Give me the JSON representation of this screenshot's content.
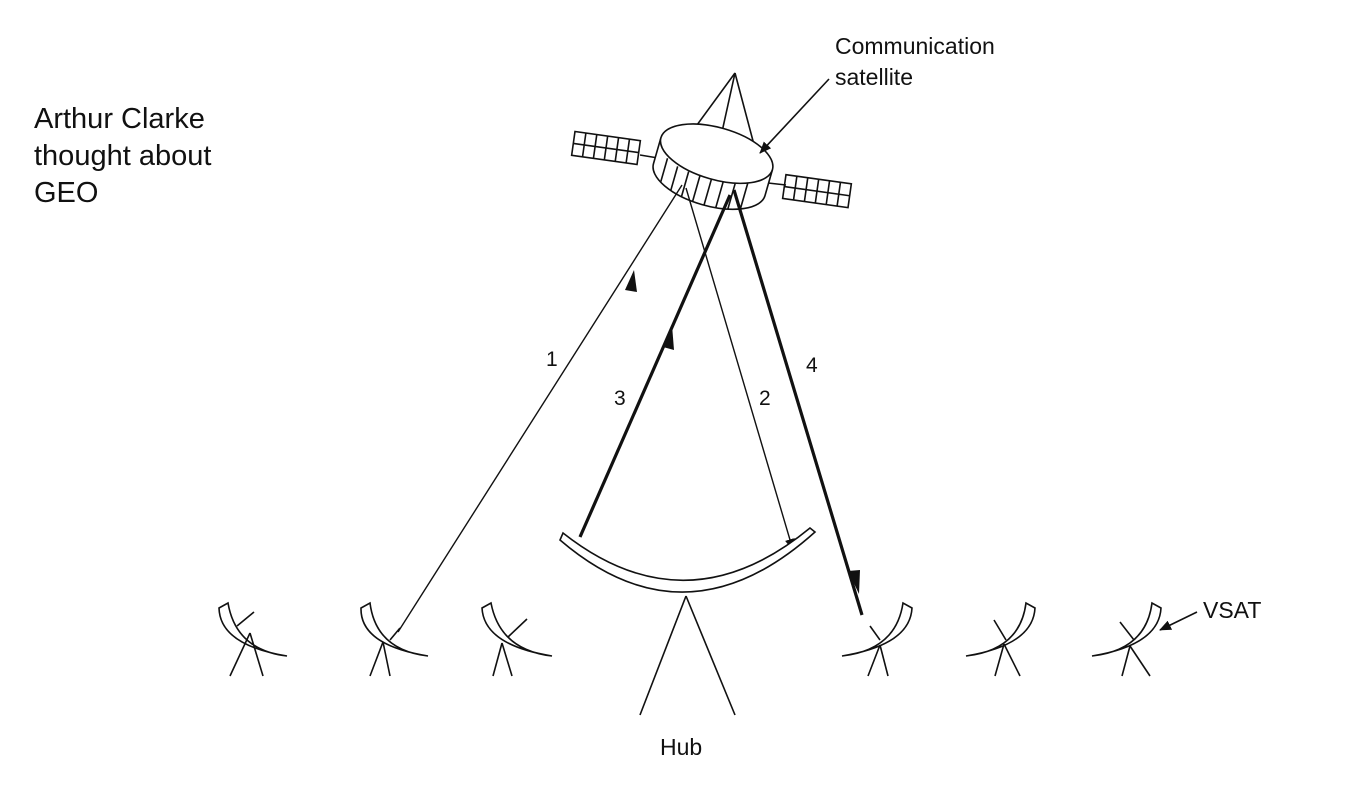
{
  "caption": {
    "lines": [
      "Arthur Clarke",
      "thought about",
      "GEO"
    ]
  },
  "labels": {
    "satellite_line1": "Communication",
    "satellite_line2": "satellite",
    "vsat": "VSAT",
    "hub": "Hub"
  },
  "links": [
    {
      "id": "1",
      "label": "1",
      "from": "VSAT",
      "to": "Communication satellite"
    },
    {
      "id": "2",
      "label": "2",
      "from": "Communication satellite",
      "to": "Hub"
    },
    {
      "id": "3",
      "label": "3",
      "from": "Hub",
      "to": "Communication satellite"
    },
    {
      "id": "4",
      "label": "4",
      "from": "Communication satellite",
      "to": "VSAT"
    }
  ],
  "colors": {
    "ink": "#111111",
    "background": "#ffffff"
  }
}
